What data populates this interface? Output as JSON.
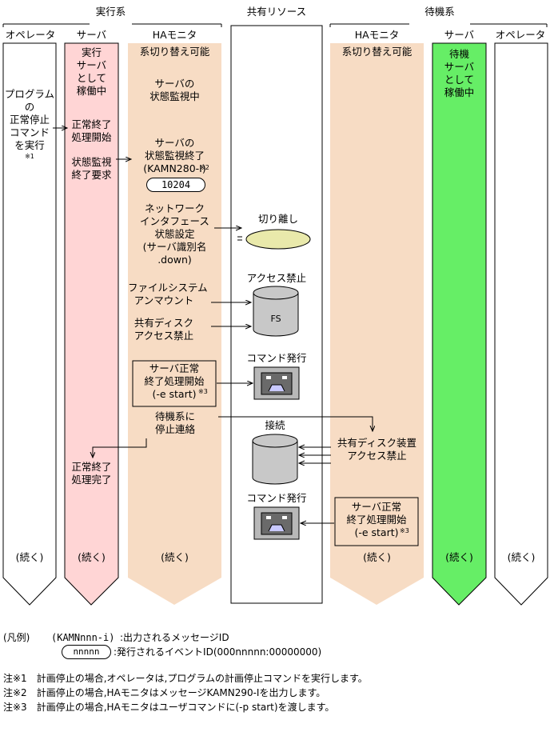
{
  "groups": {
    "active": "実行系",
    "shared": "共有リソース",
    "standby": "待機系"
  },
  "lanes": {
    "operator": "オペレータ",
    "server": "サーバ",
    "ha_monitor": "HAモニタ"
  },
  "continued": "(続く)",
  "active_operator": {
    "text": "プログラム\nの\n正常停止\nコマンド\nを実行",
    "note": "※1"
  },
  "active_server": {
    "running": "実行\nサーバ\nとして\n稼働中",
    "normal_stop_start": "正常終了\n処理開始",
    "monitor_stop_request": "状態監視\n終了要求",
    "normal_stop_done": "正常終了\n処理完了"
  },
  "active_ha": {
    "switchable": "系切り替え可能",
    "monitoring": "サーバの\n状態監視中",
    "monitor_end": "サーバの\n状態監視終了\n(KAMN280-I)",
    "monitor_end_note": "※2",
    "event_id": "10204",
    "network": "ネットワーク\nインタフェース\n状態設定\n(サーバ識別名\n.down)",
    "unmount": "ファイルシステム\nアンマウント",
    "disk_block": "共有ディスク\nアクセス禁止",
    "command_box": "サーバ正常\n終了処理開始\n(-e start)",
    "command_note": "※3",
    "notify_standby": "待機系に\n停止連絡"
  },
  "shared": {
    "detach": "切り離し",
    "access_prohibited": "アクセス禁止",
    "fs_label": "FS",
    "command_issue_1": "コマンド発行",
    "connect": "接続",
    "command_issue_2": "コマンド発行"
  },
  "standby_ha": {
    "switchable": "系切り替え可能",
    "disk_block": "共有ディスク装置\nアクセス禁止",
    "command_box": "サーバ正常\n終了処理開始\n(-e start)",
    "command_note": "※3"
  },
  "standby_server": {
    "running": "待機\nサーバ\nとして\n稼働中"
  },
  "legend": {
    "title": "(凡例)",
    "msg_sample": "(KAMNnnn-i)",
    "msg_desc": ":出力されるメッセージID",
    "event_sample": "nnnnn",
    "event_desc": ":発行されるイベントID(000nnnnn:00000000)"
  },
  "notes": [
    "注※1　計画停止の場合,オペレータは,プログラムの計画停止コマンドを実行します。",
    "注※2　計画停止の場合,HAモニタはメッセージKAMN290-Iを出力します。",
    "注※3　計画停止の場合,HAモニタはユーザコマンドに(-p start)を渡します。"
  ],
  "colors": {
    "server_active": "#ffd5d5",
    "ha_monitor": "#f7dcc4",
    "server_standby": "#66ee66",
    "ellipse": "#e9e9ab",
    "cylinder": "#c8c8c8",
    "terminal": "#b8b8b8"
  },
  "icons": [
    "disk-cylinder-icon",
    "terminal-icon"
  ]
}
